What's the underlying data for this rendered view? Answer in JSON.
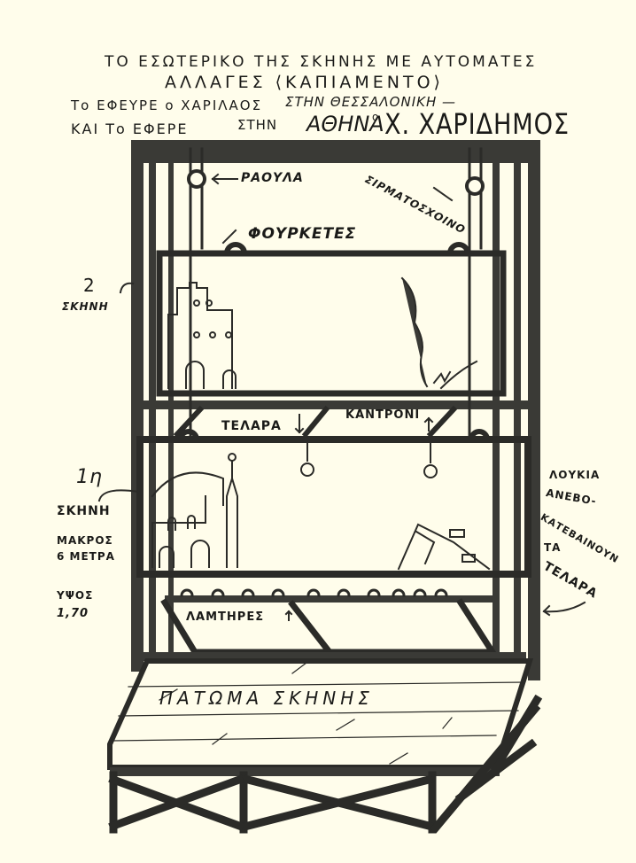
{
  "title": {
    "line1": "ΤΟ ΕΣΩΤΕΡΙΚΟ ΤΗΣ ΣΚΗΝΗΣ ΜΕ ΑΥΤΟΜΑΤΕΣ",
    "line2": "ΑΛΛΑΓΕΣ ⟨ΚΑΠΙΑΜΕΝΤΟ⟩",
    "line3_a": "Το ΕΦΕΥΡΕ ο ΧΑΡΙΛΑΟΣ",
    "line3_b": "ΣΤΗΝ ΘΕΣΣΑΛΟΝΙΚΗ —",
    "line4_a": "ΚΑΙ Το ΕΦΕΡΕ",
    "line4_b": "ΣΤΗΝ",
    "line4_c": "ΑΘΗΝΑ",
    "line4_d": "ο",
    "line4_e": "Χ. ΧΑΡΙΔΗΜΟΣ"
  },
  "labels": {
    "pulley": "ΡΑΟΥΛΑ",
    "wire_rope": "ΣΙΡΜΑΤΟΣΧΟΙΝΟ",
    "hooks": "ΦΟΥΡΚΕΤΕΣ",
    "scene2_number": "2",
    "scene2_word": "ΣΚΗΝΗ",
    "frames": "ΤΕΛΑΡΑ",
    "batten": "ΚΑΝΤΡΟΝΙ",
    "scene1_number": "1η",
    "scene1_word": "ΣΚΗΝΗ",
    "length_word": "ΜΑΚΡΟΣ",
    "length_value": "6 ΜΕΤΡΑ",
    "height_word": "ΥΨΟΣ",
    "height_value": "1,70",
    "lamps": "ΛΑΜΤΗΡΕΣ",
    "side_note": [
      "ΛΟΥΚΙΑ",
      "ΑΝΕΒΟ-",
      "ΚΑΤΕΒΑΙΝΟΥΝ",
      "ΤΑ",
      "ΤΕΛΑΡΑ"
    ],
    "stage_floor": "ΠΑΤΩΜΑ ΣΚΗΝΗΣ"
  },
  "colors": {
    "paper": "#fffdeb",
    "ink": "#2b2b28"
  }
}
